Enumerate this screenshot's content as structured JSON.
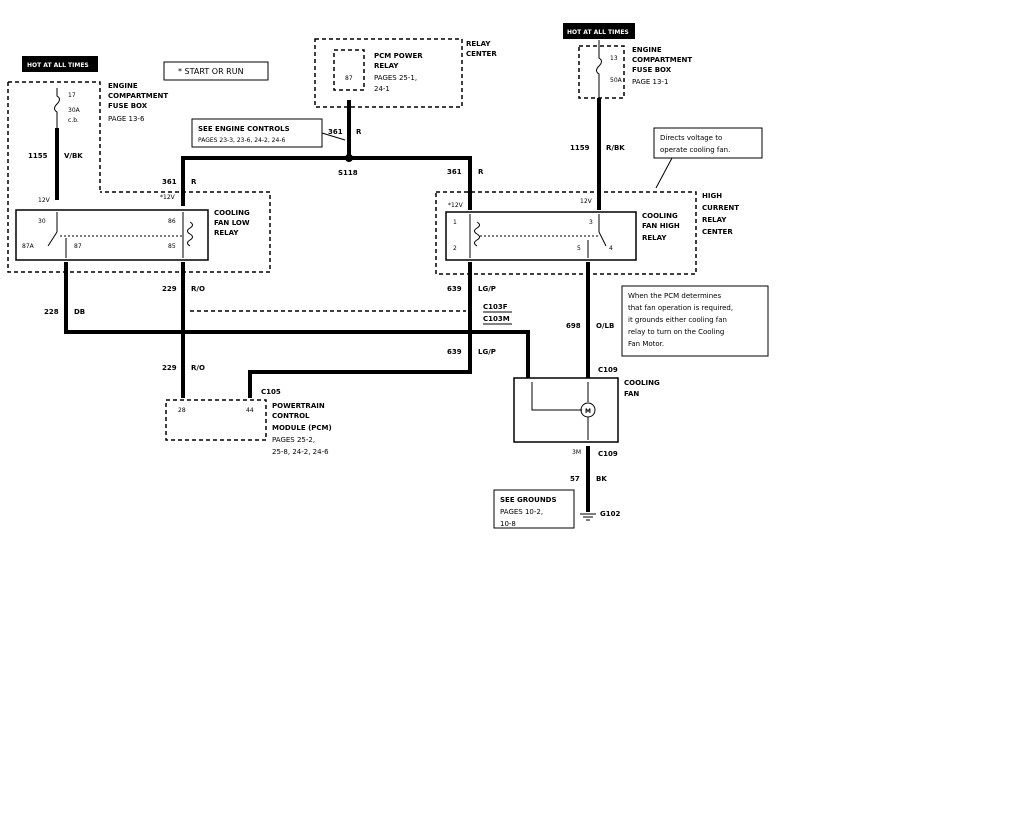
{
  "hot_left": "HOT AT ALL TIMES",
  "hot_right": "HOT AT ALL TIMES",
  "start_run": "* START OR RUN",
  "efb_left": {
    "l1": "ENGINE",
    "l2": "COMPARTMENT",
    "l3": "FUSE BOX",
    "l4": "PAGE 13-6",
    "fuse": "17",
    "amps": "30A",
    "cb": "c.b."
  },
  "efb_right": {
    "l1": "ENGINE",
    "l2": "COMPARTMENT",
    "l3": "FUSE BOX",
    "l4": "PAGE 13-1",
    "fuse": "13",
    "amps": "50A"
  },
  "pcm_relay": {
    "l1": "PCM POWER",
    "l2": "RELAY",
    "l3": "PAGES 25-1,",
    "l4": "24-1",
    "pin": "87"
  },
  "relay_center_top": {
    "l1": "RELAY",
    "l2": "CENTER"
  },
  "see_engine": {
    "l1": "SEE ENGINE CONTROLS",
    "l2": "PAGES 23-3, 23-6, 24-2, 24-6"
  },
  "directs_note": {
    "l1": "Directs voltage to",
    "l2": "operate cooling fan."
  },
  "pcm_note": {
    "l1": "When the PCM determines",
    "l2": "that fan operation is required,",
    "l3": "it grounds either cooling fan",
    "l4": "relay to turn on the Cooling",
    "l5": "Fan Motor."
  },
  "low_relay": {
    "l1": "COOLING",
    "l2": "FAN LOW",
    "l3": "RELAY",
    "p30": "30",
    "p86": "86",
    "p87a": "87A",
    "p87": "87",
    "p85": "85",
    "v12a": "*12V",
    "v12b": "12V"
  },
  "high_relay": {
    "l1": "COOLING",
    "l2": "FAN HIGH",
    "l3": "RELAY",
    "p1": "1",
    "p2": "2",
    "p3": "3",
    "p5": "5",
    "p4": "4",
    "v12a": "*12V",
    "v12b": "12V"
  },
  "high_current": {
    "l1": "HIGH",
    "l2": "CURRENT",
    "l3": "RELAY",
    "l4": "CENTER"
  },
  "wires": {
    "w1155": "1155",
    "w1155c": "V/BK",
    "w361a": "361",
    "w361ac": "R",
    "w361b": "361",
    "w361bc": "R",
    "w361c": "361",
    "w361cc": "R",
    "w1159": "1159",
    "w1159c": "R/BK",
    "w229a": "229",
    "w229ac": "R/O",
    "w228": "228",
    "w228c": "DB",
    "w639a": "639",
    "w639ac": "LG/P",
    "w698": "698",
    "w698c": "O/LB",
    "w229b": "229",
    "w229bc": "R/O",
    "w639b": "639",
    "w639bc": "LG/P",
    "w57": "57",
    "w57c": "BK"
  },
  "splice": "S118",
  "conn_c103f": "C103F",
  "conn_c103m": "C103M",
  "c109a": "C109",
  "c109b": "C109",
  "c105": "C105",
  "fan_label": {
    "l1": "COOLING",
    "l2": "FAN"
  },
  "fan_motor": "M",
  "fan_pin": "3M",
  "pcm_module": {
    "l1": "POWERTRAIN",
    "l2": "CONTROL",
    "l3": "MODULE (PCM)",
    "l4": "PAGES 25-2,",
    "l5": "25-8, 24-2, 24-6",
    "p28": "28",
    "p44": "44"
  },
  "see_grounds": {
    "l1": "SEE GROUNDS",
    "l2": "PAGES 10-2,",
    "l3": "10-8"
  },
  "ground": "G102"
}
